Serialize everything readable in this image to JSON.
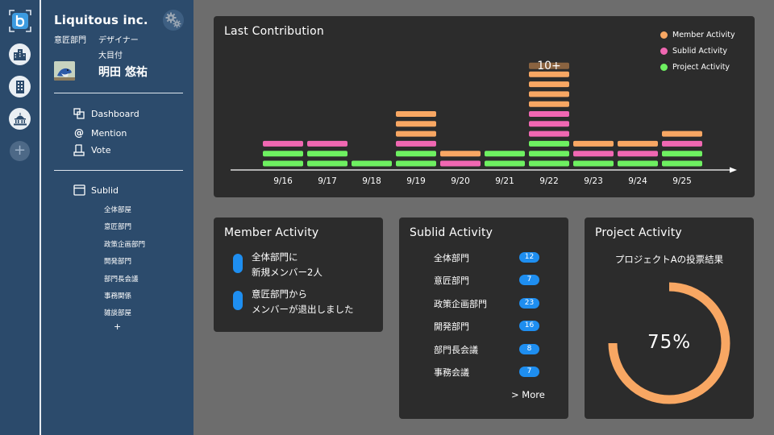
{
  "org": {
    "name": "Liquitous inc.",
    "department": "意匠部門",
    "role": "デザイナー",
    "meeting": "大目付"
  },
  "user": {
    "name": "明田 悠祐"
  },
  "nav": [
    {
      "label": "Dashboard",
      "icon": "dashboard-icon"
    },
    {
      "label": "Mention",
      "icon": "at-icon"
    },
    {
      "label": "Vote",
      "icon": "vote-icon"
    }
  ],
  "sublid_section": {
    "label": "Sublid",
    "icon": "folder-icon",
    "add": "+"
  },
  "sublid_items": [
    "全体部屋",
    "意匠部門",
    "政策企画部門",
    "開発部門",
    "部門長会議",
    "事務関係",
    "雑談部屋"
  ],
  "rail": {
    "add": "+"
  },
  "contribution": {
    "title": "Last Contribution",
    "legend": [
      {
        "label": "Member Activity",
        "color": "#f8a763"
      },
      {
        "label": "Sublid Activity",
        "color": "#f067b2"
      },
      {
        "label": "Project Activity",
        "color": "#6ef061"
      }
    ],
    "peak_label": "10+"
  },
  "chart_data": {
    "type": "bar",
    "stacked": true,
    "categories": [
      "9/16",
      "9/17",
      "9/18",
      "9/19",
      "9/20",
      "9/21",
      "9/22",
      "9/23",
      "9/24",
      "9/25"
    ],
    "series": [
      {
        "name": "Project Activity",
        "color": "#6ef061",
        "values": [
          2,
          2,
          1,
          2,
          0,
          2,
          3,
          1,
          1,
          2
        ]
      },
      {
        "name": "Sublid Activity",
        "color": "#f067b2",
        "values": [
          1,
          1,
          0,
          1,
          1,
          0,
          3,
          1,
          1,
          1
        ]
      },
      {
        "name": "Member Activity",
        "color": "#f8a763",
        "values": [
          0,
          0,
          0,
          3,
          1,
          0,
          4,
          1,
          1,
          1
        ]
      }
    ],
    "annotations": [
      {
        "category": "9/22",
        "text": "10+"
      }
    ]
  },
  "member_activity": {
    "title": "Member Activity",
    "items": [
      "全体部門に\n新規メンバー2人",
      "意匠部門から\nメンバーが退出しました"
    ],
    "accent": "#1e8ef0"
  },
  "sublid_activity": {
    "title": "Sublid Activity",
    "rows": [
      {
        "name": "全体部門",
        "count": "12"
      },
      {
        "name": "意匠部門",
        "count": "7"
      },
      {
        "name": "政策企画部門",
        "count": "23"
      },
      {
        "name": "開発部門",
        "count": "16"
      },
      {
        "name": "部門長会議",
        "count": "8"
      },
      {
        "name": "事務会議",
        "count": "7"
      }
    ],
    "more": "> More"
  },
  "project_activity": {
    "title": "Project Activity",
    "subtitle": "プロジェクトAの投票結果",
    "percent_label": "75%",
    "fraction": 0.75,
    "ring_color": "#f8a763"
  }
}
